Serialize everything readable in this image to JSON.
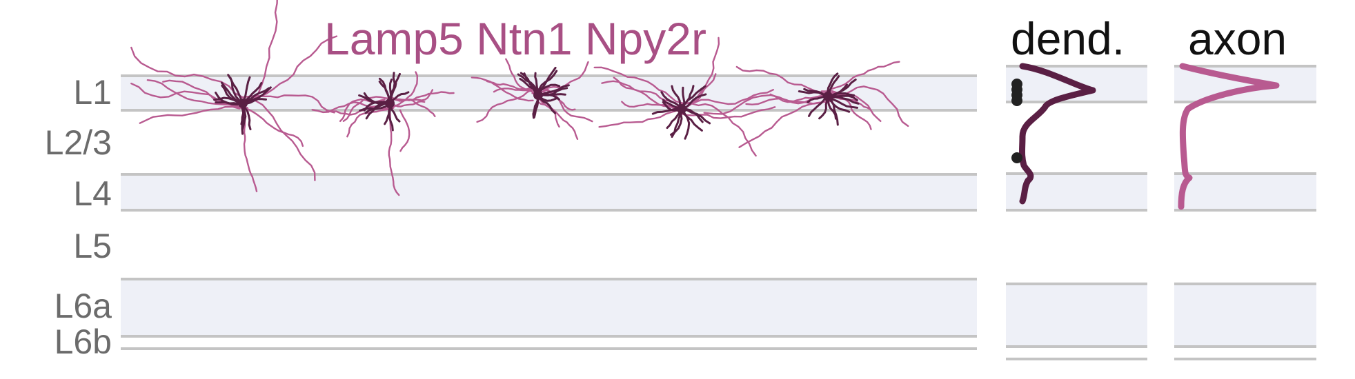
{
  "figure": {
    "title": "Lamp5 Ntn1 Npy2r",
    "panel_titles": {
      "dendrite": "dend.",
      "axon": "axon"
    },
    "layers": [
      "L1",
      "L2/3",
      "L4",
      "L5",
      "L6a",
      "L6b"
    ],
    "colors": {
      "title": "#a84f84",
      "dendrite": "#5a1f44",
      "axon": "#b85a90",
      "layer_band": "#eef0f7",
      "layer_line": "#c4c4c4",
      "label": "#6b6b6b",
      "soma_marker": "#222222"
    },
    "neuron_count": 5,
    "soma_markers_on_dendrite_profile": 5
  }
}
